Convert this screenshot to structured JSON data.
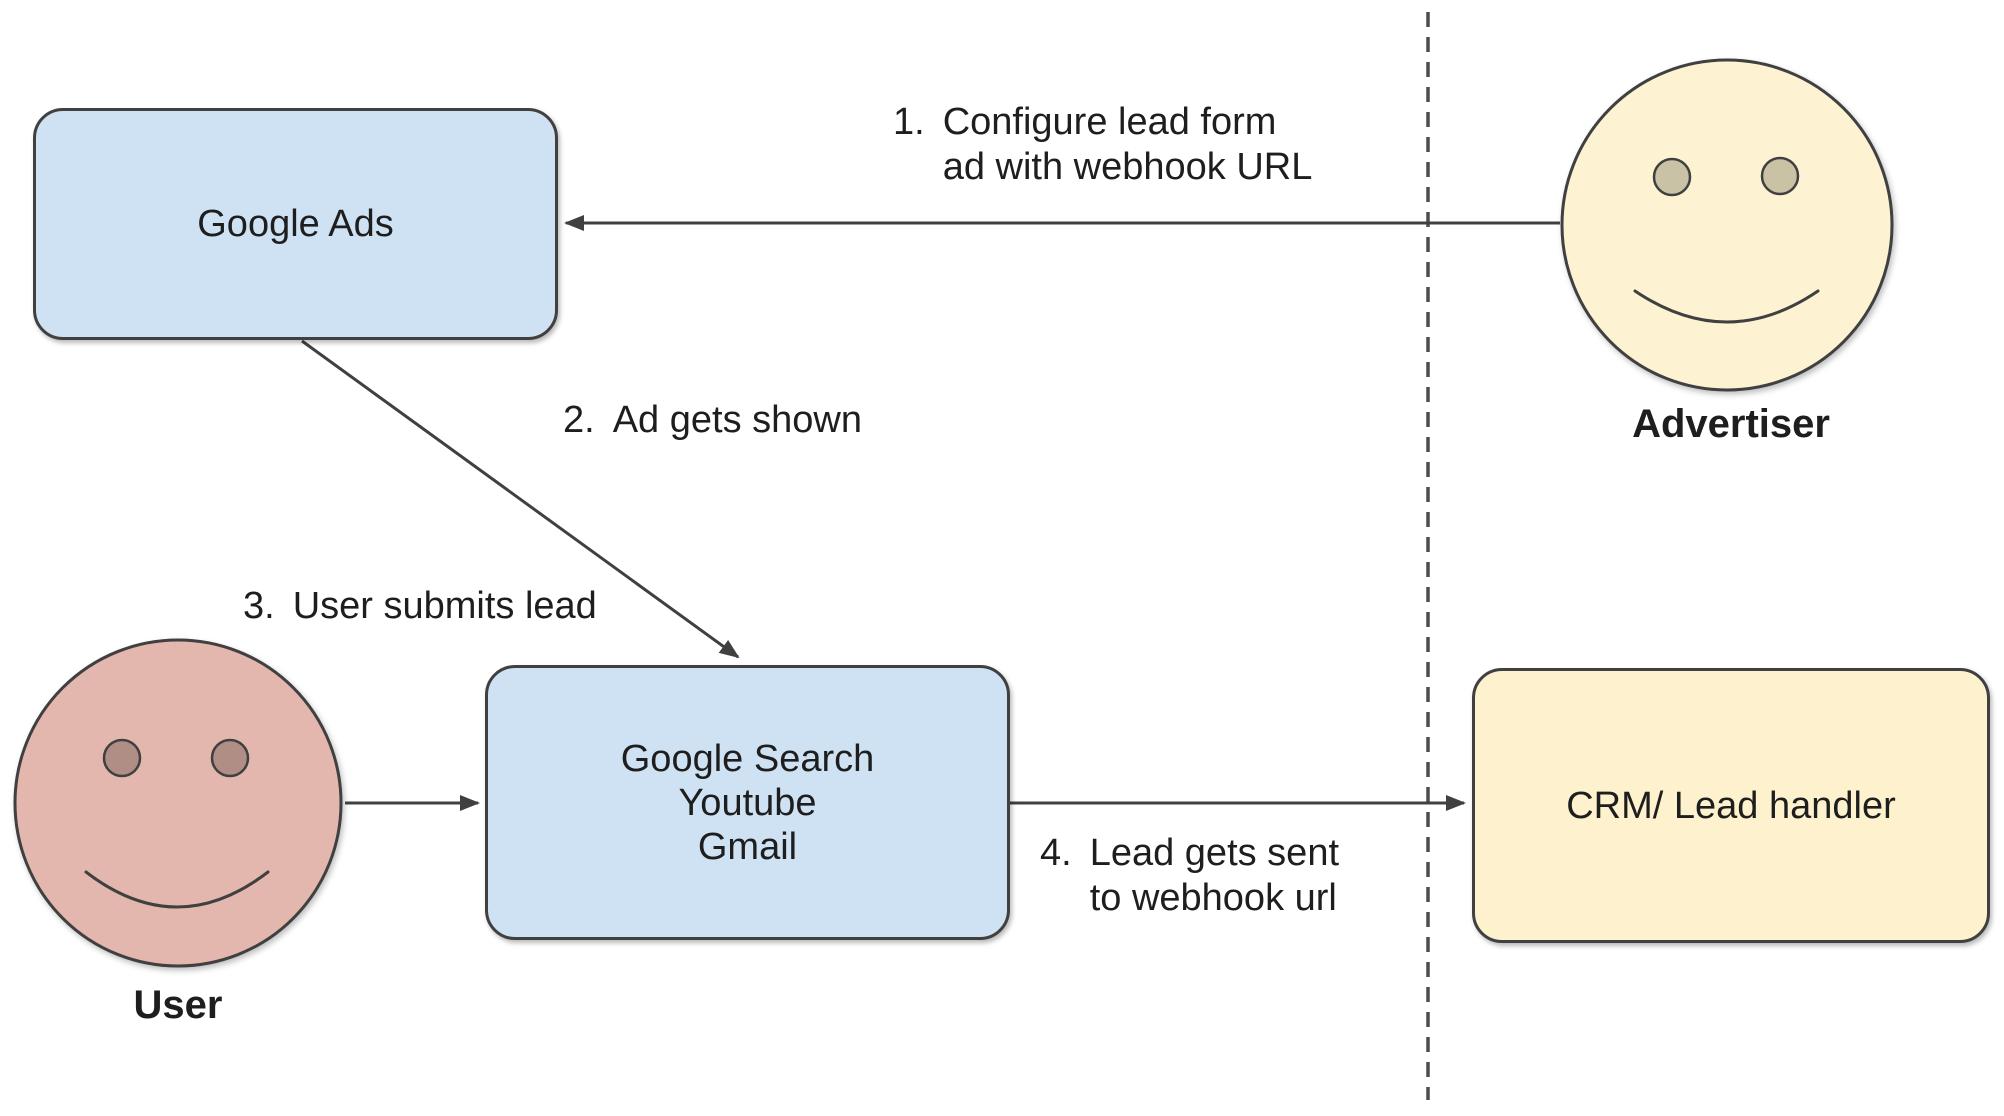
{
  "diagram": {
    "boxes": {
      "google_ads": {
        "label": "Google Ads"
      },
      "google_surfaces": {
        "lines": [
          "Google Search",
          "Youtube",
          "Gmail"
        ]
      },
      "crm": {
        "label": "CRM/ Lead handler"
      }
    },
    "actors": {
      "advertiser": {
        "label": "Advertiser"
      },
      "user": {
        "label": "User"
      }
    },
    "steps": [
      {
        "number": "1.",
        "text": "Configure lead form ad with webhook URL"
      },
      {
        "number": "2.",
        "text": "Ad gets shown"
      },
      {
        "number": "3.",
        "text": "User submits lead"
      },
      {
        "number": "4.",
        "text": "Lead gets sent to webhook url"
      }
    ],
    "colors": {
      "box_blue_fill": "#cfe2f3",
      "box_yellow_fill": "#fdf2cd",
      "advertiser_face_fill": "#fdf3d2",
      "advertiser_eye_fill": "#c9c2a4",
      "user_face_fill": "#e3b7ae",
      "user_eye_fill": "#b08d85",
      "stroke_dark": "#404040",
      "dashed_line": "#4d4d4d",
      "text": "#1e1e1e"
    }
  }
}
